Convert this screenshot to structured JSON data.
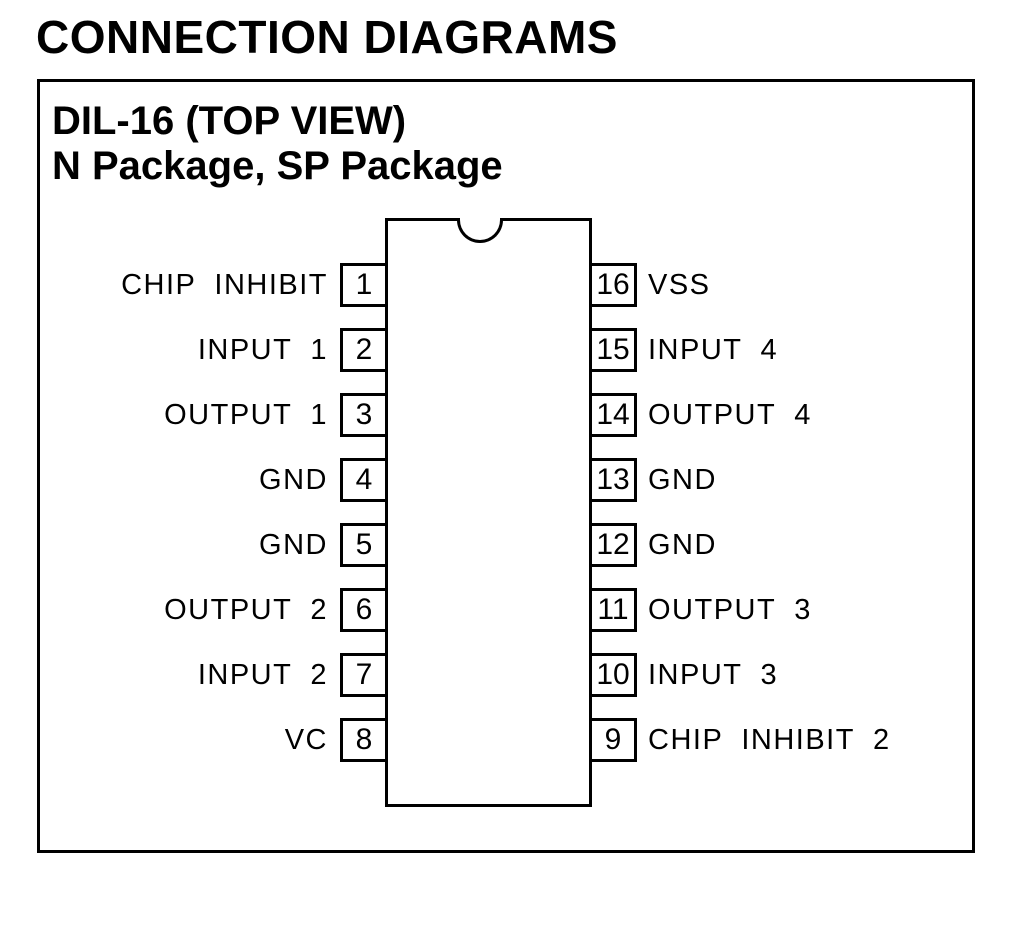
{
  "page_title": "CONNECTION DIAGRAMS",
  "diagram": {
    "heading_line1": "DIL-16 (TOP VIEW)",
    "heading_line2": "N Package, SP Package",
    "package": {
      "type": "DIL-16",
      "left_pins": [
        {
          "number": "1",
          "label": "CHIP INHIBIT"
        },
        {
          "number": "2",
          "label": "INPUT 1"
        },
        {
          "number": "3",
          "label": "OUTPUT 1"
        },
        {
          "number": "4",
          "label": "GND"
        },
        {
          "number": "5",
          "label": "GND"
        },
        {
          "number": "6",
          "label": "OUTPUT 2"
        },
        {
          "number": "7",
          "label": "INPUT 2"
        },
        {
          "number": "8",
          "label": "VC"
        }
      ],
      "right_pins": [
        {
          "number": "16",
          "label": "VSS"
        },
        {
          "number": "15",
          "label": "INPUT 4"
        },
        {
          "number": "14",
          "label": "OUTPUT 4"
        },
        {
          "number": "13",
          "label": "GND"
        },
        {
          "number": "12",
          "label": "GND"
        },
        {
          "number": "11",
          "label": "OUTPUT 3"
        },
        {
          "number": "10",
          "label": "INPUT 3"
        },
        {
          "number": "9",
          "label": "CHIP INHIBIT 2"
        }
      ]
    },
    "colors": {
      "ink": "#000000",
      "paper": "#ffffff"
    }
  }
}
